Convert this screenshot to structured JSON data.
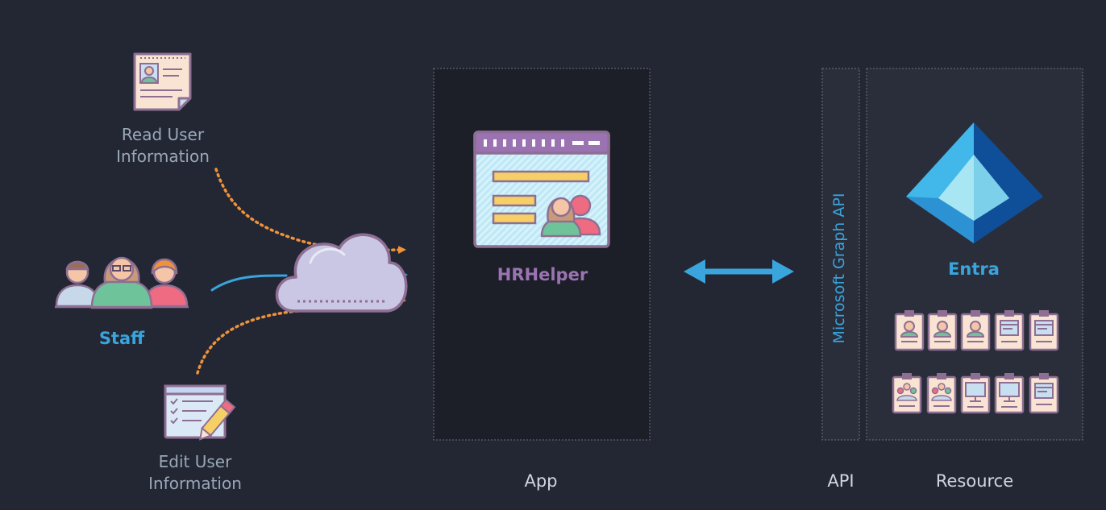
{
  "inputs": {
    "read": "Read User\nInformation",
    "edit": "Edit User\nInformation",
    "staff": "Staff"
  },
  "app": {
    "name": "HRHelper",
    "column_label": "App"
  },
  "api": {
    "name": "Microsoft Graph API",
    "column_label": "API"
  },
  "resource": {
    "name": "Entra",
    "column_label": "Resource"
  },
  "colors": {
    "background": "#232734",
    "accent_blue": "#3aa4dc",
    "accent_orange": "#f0923b",
    "accent_purple": "#9b73b2"
  },
  "icons": {
    "read": "id-document-icon",
    "edit": "checklist-pencil-icon",
    "staff": "group-of-people-icon",
    "cloud": "cloud-icon",
    "app": "app-window-icon",
    "entra": "entra-pyramid-icon",
    "badges": [
      "badge-user-icon",
      "badge-user-icon",
      "badge-user-icon",
      "badge-window-icon",
      "badge-window-icon",
      "badge-group-icon",
      "badge-group-icon",
      "badge-monitor-icon",
      "badge-monitor-icon",
      "badge-window-icon"
    ]
  }
}
